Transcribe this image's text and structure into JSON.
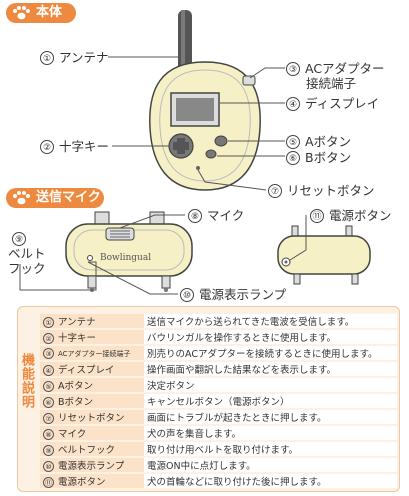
{
  "sections": {
    "main_unit": "本体",
    "transmitter": "送信マイク"
  },
  "callouts": [
    {
      "num": "①",
      "text": "アンテナ"
    },
    {
      "num": "②",
      "text": "十字キー"
    },
    {
      "num": "③",
      "text": "ACアダプター",
      "text2": "接続端子"
    },
    {
      "num": "④",
      "text": "ディスプレイ"
    },
    {
      "num": "⑤",
      "text": "Aボタン"
    },
    {
      "num": "⑥",
      "text": "Bボタン"
    },
    {
      "num": "⑦",
      "text": "リセットボタン"
    },
    {
      "num": "⑧",
      "text": "マイク"
    },
    {
      "num": "⑨",
      "text": "ベルト",
      "text2": "フック"
    },
    {
      "num": "⑩",
      "text": "電源表示ランプ"
    },
    {
      "num": "⑪",
      "text": "電源ボタン"
    }
  ],
  "device_logo": "Bowlingual",
  "function_table": {
    "side_label": "機能説明",
    "rows": [
      {
        "num": "①",
        "name": "アンテナ",
        "desc": "送信マイクから送られてきた電波を受信します。"
      },
      {
        "num": "②",
        "name": "十字キー",
        "desc": "バウリンガルを操作するときに使用します。"
      },
      {
        "num": "③",
        "name": "ACアダプター接続端子",
        "desc": "別売りのACアダプターを接続するときに使用します。"
      },
      {
        "num": "④",
        "name": "ディスプレイ",
        "desc": "操作画面や翻訳した結果などを表示します。"
      },
      {
        "num": "⑤",
        "name": "Aボタン",
        "desc": "決定ボタン"
      },
      {
        "num": "⑥",
        "name": "Bボタン",
        "desc": "キャンセルボタン（電源ボタン）"
      },
      {
        "num": "⑦",
        "name": "リセットボタン",
        "desc": "画面にトラブルが起きたときに押します。"
      },
      {
        "num": "⑧",
        "name": "マイク",
        "desc": "犬の声を集音します。"
      },
      {
        "num": "⑨",
        "name": "ベルトフック",
        "desc": "取り付け用ベルトを取り付けます。"
      },
      {
        "num": "⑩",
        "name": "電源表示ランプ",
        "desc": "電源ON中に点灯します。"
      },
      {
        "num": "⑪",
        "name": "電源ボタン",
        "desc": "犬の首輪などに取り付けた後に押します。"
      }
    ]
  },
  "colors": {
    "accent": "#ee8a3f",
    "device_body": "#f6f0c6",
    "table_bg": "#fdf1e3",
    "table_cell": "#fbe2c9"
  }
}
